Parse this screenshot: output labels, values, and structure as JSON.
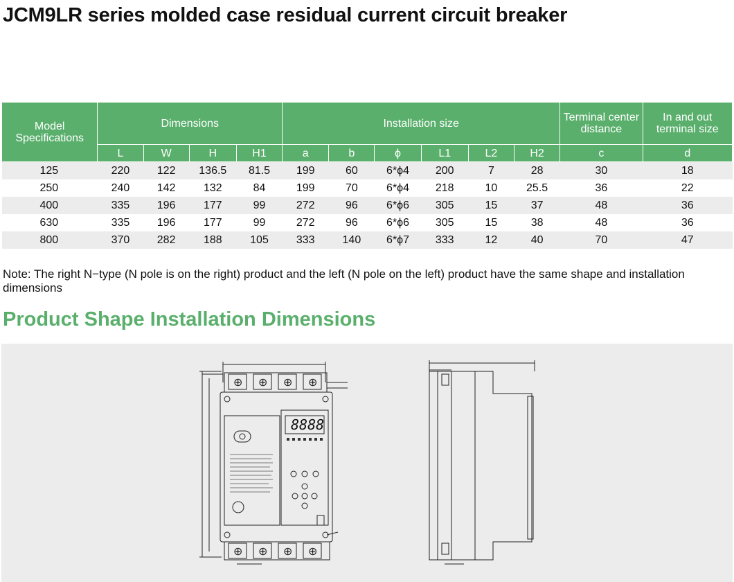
{
  "title": "JCM9LR series molded case residual current circuit breaker",
  "table": {
    "group_headers": {
      "model": "Model Specifications",
      "dimensions": "Dimensions",
      "installation": "Installation size",
      "terminal_center": "Terminal center distance",
      "terminal_size": "In and out terminal size"
    },
    "sub_headers": [
      "L",
      "W",
      "H",
      "H1",
      "a",
      "b",
      "ϕ",
      "L1",
      "L2",
      "H2",
      "c",
      "d"
    ],
    "rows": [
      {
        "model": "125",
        "cells": [
          "220",
          "122",
          "136.5",
          "81.5",
          "199",
          "60",
          "6*ϕ4",
          "200",
          "7",
          "28",
          "30",
          "18"
        ]
      },
      {
        "model": "250",
        "cells": [
          "240",
          "142",
          "132",
          "84",
          "199",
          "70",
          "6*ϕ4",
          "218",
          "10",
          "25.5",
          "36",
          "22"
        ]
      },
      {
        "model": "400",
        "cells": [
          "335",
          "196",
          "177",
          "99",
          "272",
          "96",
          "6*ϕ6",
          "305",
          "15",
          "37",
          "48",
          "36"
        ]
      },
      {
        "model": "630",
        "cells": [
          "335",
          "196",
          "177",
          "99",
          "272",
          "96",
          "6*ϕ6",
          "305",
          "15",
          "38",
          "48",
          "36"
        ]
      },
      {
        "model": "800",
        "cells": [
          "370",
          "282",
          "188",
          "105",
          "333",
          "140",
          "6*ϕ7",
          "333",
          "12",
          "40",
          "70",
          "47"
        ]
      }
    ]
  },
  "note": "Note: The right N−type (N pole is on the right) product and the left (N pole on the left) product have the same shape and installation dimensions",
  "section_title": "Product Shape Installation Dimensions",
  "drawing": {
    "display_value": "8888",
    "colors": {
      "accent_green": "#5aaf6c",
      "row_alt": "#ececec",
      "drawing_bg": "#ececec"
    }
  }
}
